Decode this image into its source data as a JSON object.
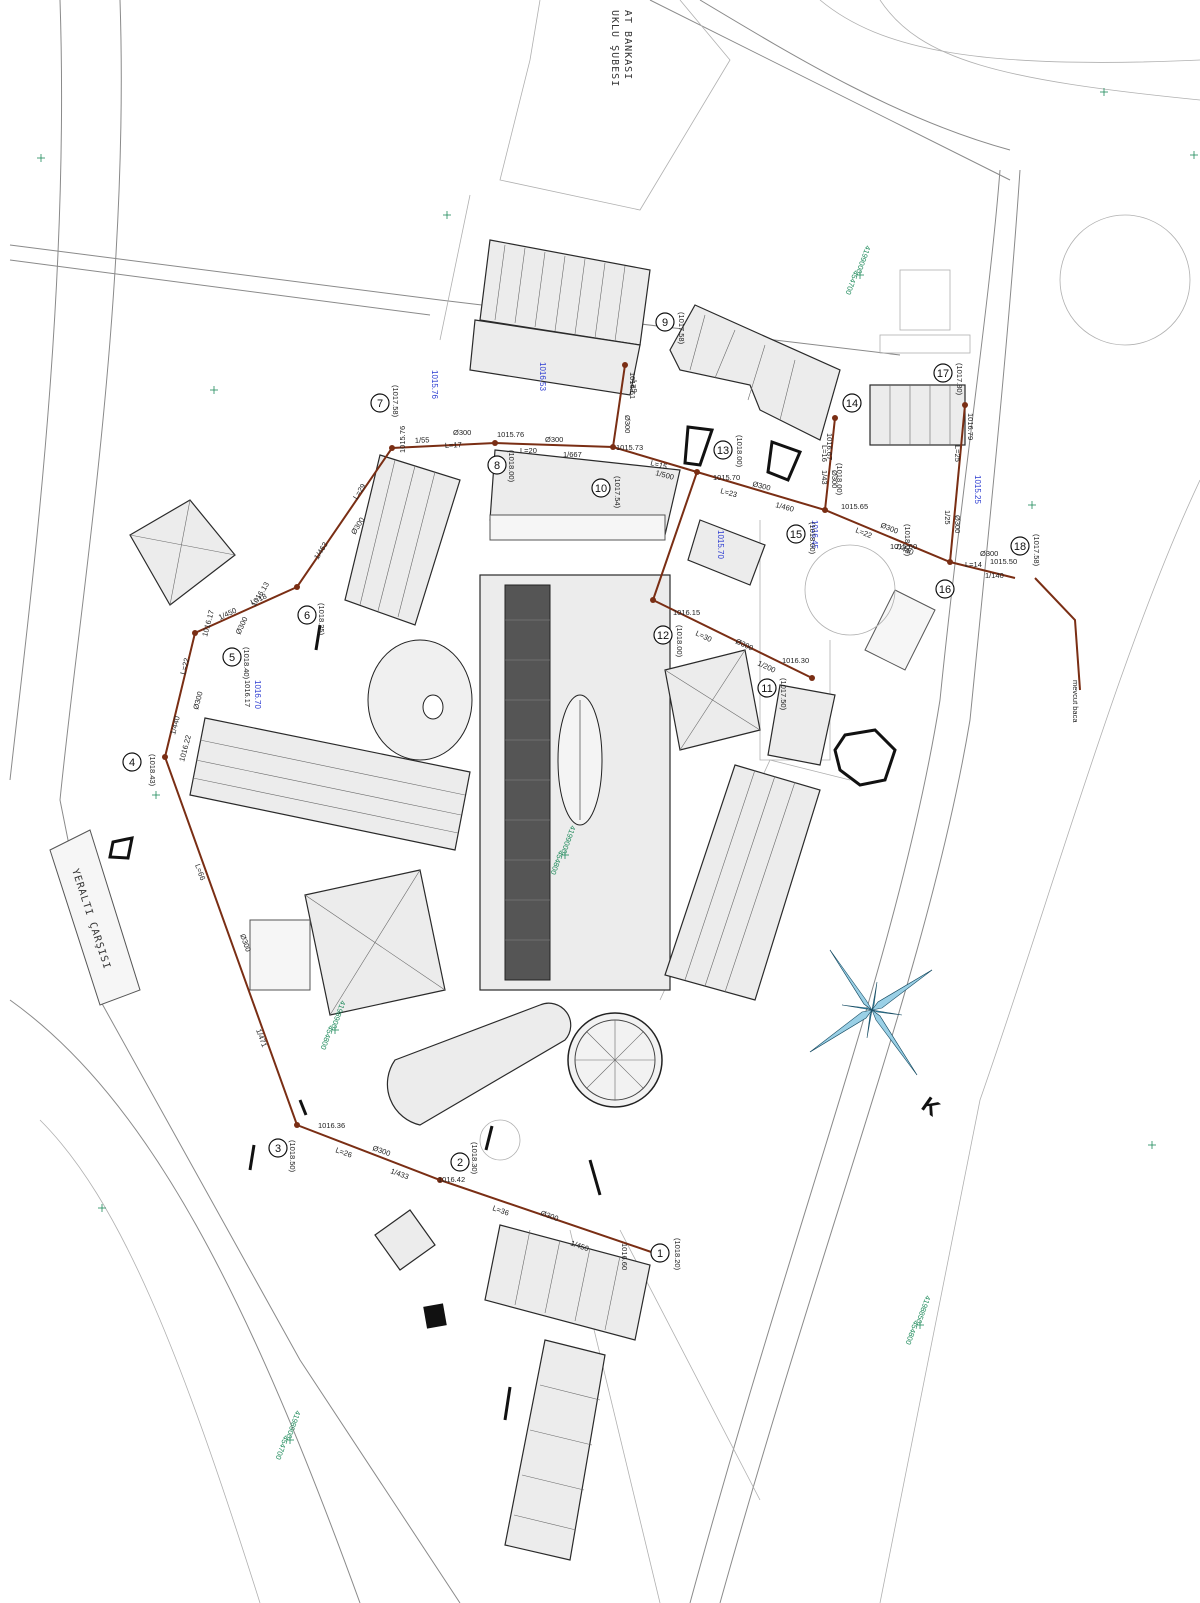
{
  "colors": {
    "sewer": "#7a2e14",
    "coordinate": "#1d8a5a",
    "elevation_blue": "#2b3bd1",
    "north_arrow": "#2e8fb0"
  },
  "labels": {
    "underground_market": "YERALTI ÇARŞISI",
    "bank_line1": "AT BANKASI",
    "bank_line2": "UKLU ŞUBESI",
    "existing_chimney": "mevcut baca",
    "north_icon": "north-arrow-icon"
  },
  "manholes": [
    {
      "id": "1",
      "ground": "(1018.20)",
      "invert": "1016.60"
    },
    {
      "id": "2",
      "ground": "(1018.30)",
      "invert": "1016.42"
    },
    {
      "id": "3",
      "ground": "(1018.50)",
      "invert": "1016.36"
    },
    {
      "id": "4",
      "ground": "(1018.43)",
      "invert": "1016.22"
    },
    {
      "id": "5",
      "ground": "(1018.40)",
      "invert": "1016.17"
    },
    {
      "id": "6",
      "ground": "(1018.25)",
      "invert": "1016.13"
    },
    {
      "id": "7",
      "ground": "(1017.58)",
      "invert": "1015.76"
    },
    {
      "id": "8",
      "ground": "(1018.00)",
      "invert": "1015.76"
    },
    {
      "id": "9",
      "ground": "(1017.58)",
      "invert": "1016.61"
    },
    {
      "id": "10",
      "ground": "(1017.54)",
      "invert": "1015.73"
    },
    {
      "id": "11",
      "ground": "(1017.50)",
      "invert": "1016.30"
    },
    {
      "id": "12",
      "ground": "(1018.00)",
      "invert": "1016.15"
    },
    {
      "id": "13",
      "ground": "(1018.00)",
      "invert": "1015.70"
    },
    {
      "id": "14",
      "ground": "(1018.00)",
      "invert": "1016.67"
    },
    {
      "id": "15",
      "ground": "(1018.00)",
      "invert": "1015.65"
    },
    {
      "id": "16",
      "ground": "(1018.00)",
      "invert": "1015.60"
    },
    {
      "id": "17",
      "ground": "(1017.80)",
      "invert": "1016.79"
    },
    {
      "id": "18",
      "ground": "(1017.58)",
      "invert": "1015.50"
    }
  ],
  "pipe_labels": {
    "p1_2_len": "L=36",
    "p1_2_dia": "Ø300",
    "p1_2_slope": "1/450",
    "p2_3_len": "L=26",
    "p2_3_dia": "Ø300",
    "p2_3_slope": "1/433",
    "p3_4_len": "L=66",
    "p3_4_dia": "Ø300",
    "p3_4_slope": "1/471",
    "p4_5_len": "L=22",
    "p4_5_dia": "Ø300",
    "p4_5_slope": "1/440",
    "p5_6_len": "L=18",
    "p5_6_dia": "Ø300",
    "p5_6_slope": "1/450",
    "p6_7_len": "L=29",
    "p6_7_dia": "Ø300",
    "p6_7_slope": "1/463",
    "p7_8_len": "L=17",
    "p7_8_dia": "Ø300",
    "p7_8_slope": "1/55",
    "p8_10_len": "L=20",
    "p8_10_dia": "Ø300",
    "p8_10_slope": "1/667",
    "p10_13_len": "L=15",
    "p10_13_slope": "1/500",
    "p13_15_len": "L=23",
    "p13_15_dia": "Ø300",
    "p13_15_slope": "1/460",
    "p15_16_len": "L=22",
    "p15_16_dia": "Ø300",
    "p15_16_slope": "1/440",
    "p16_18_len": "L=14",
    "p16_18_dia": "Ø300",
    "p16_18_slope": "1/140",
    "p11_12_len": "L=30",
    "p11_12_dia": "Ø300",
    "p11_12_slope": "1/200",
    "p9_10_len": "L=9",
    "p9_10_dia": "Ø300",
    "p14_15_len": "L=16",
    "p14_15_dia": "Ø300",
    "p14_15_slope": "1/43",
    "p17_16_len": "L=25",
    "p17_16_dia": "Ø300",
    "p17_16_slope": "1/25"
  },
  "blue_elevations": [
    "1015.76",
    "1016.53",
    "1015.25",
    "1016.45",
    "1016.70",
    "1016.17",
    "1015.70"
  ],
  "coordinates": [
    {
      "a": "4199000",
      "b": "454700"
    },
    {
      "a": "4199000",
      "b": "454800"
    },
    {
      "a": "4198900",
      "b": "454800"
    },
    {
      "a": "4198900",
      "b": "454700"
    },
    {
      "a": "4198850",
      "b": "454800"
    }
  ]
}
